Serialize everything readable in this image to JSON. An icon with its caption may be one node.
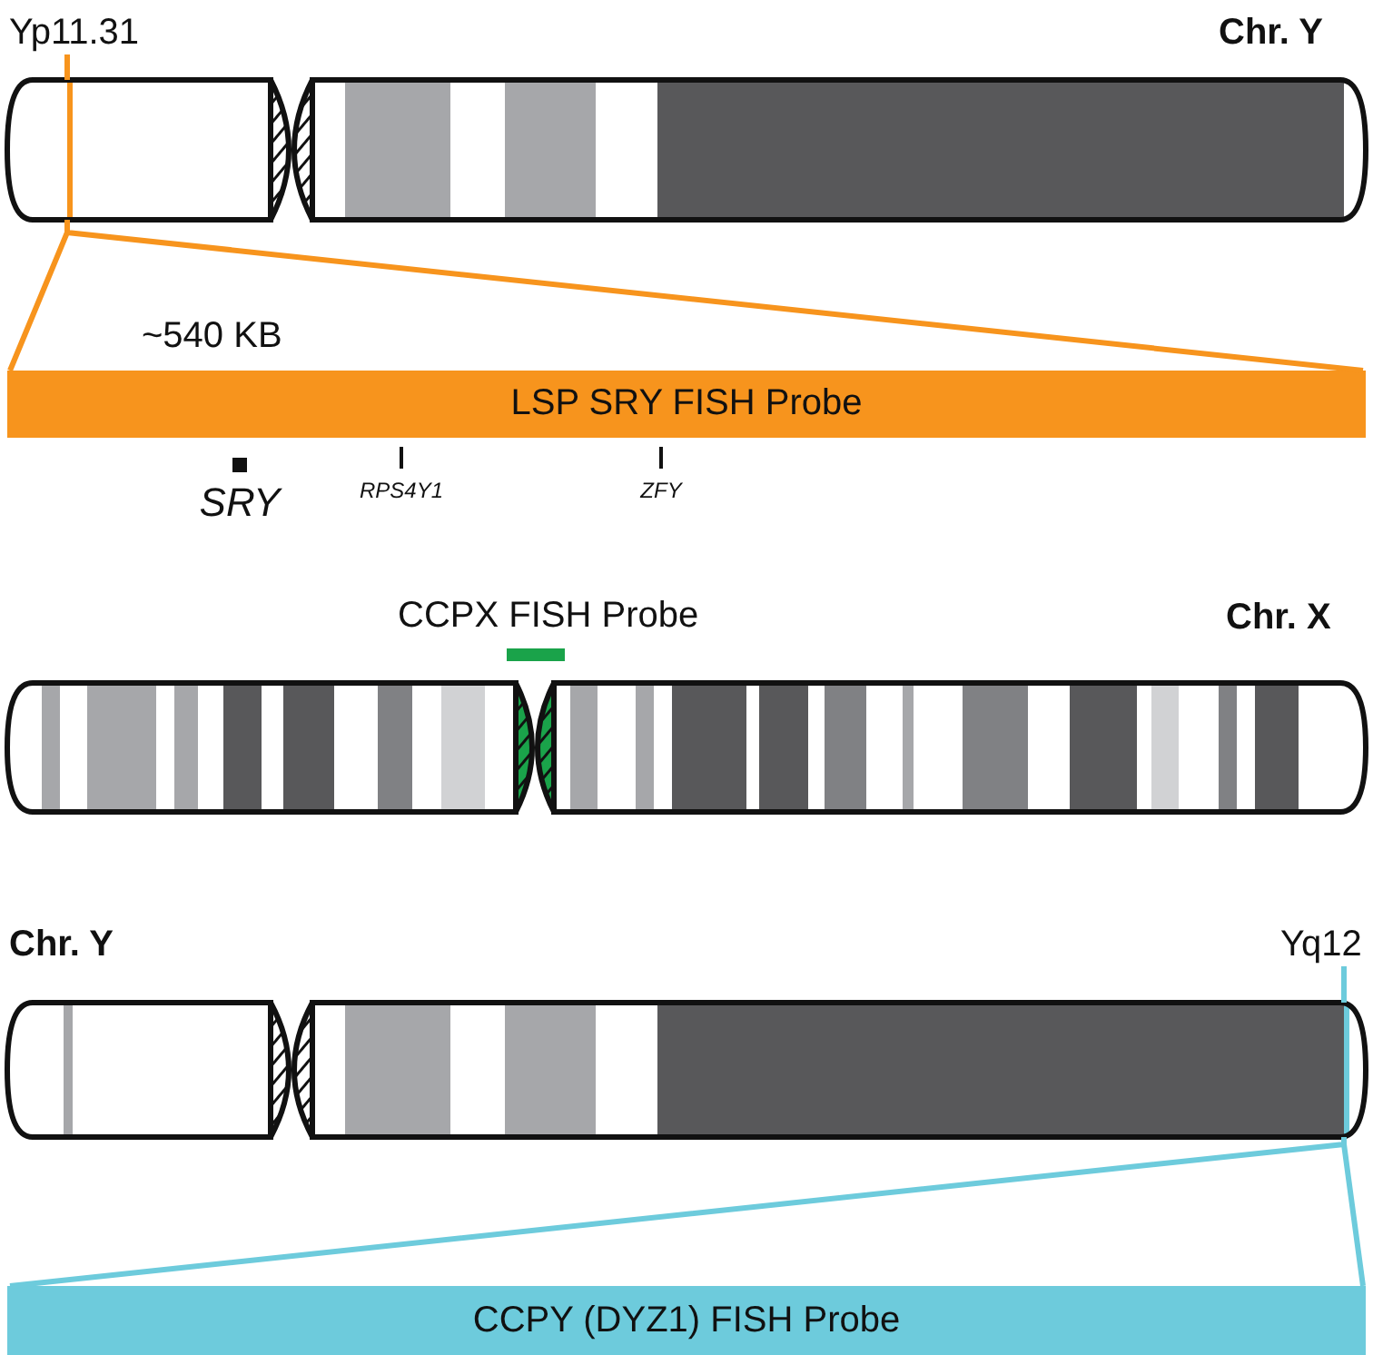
{
  "diagram": {
    "nodes": [
      {
        "text": [
          "Yp11.31"
        ]
      },
      {
        "text": [],
        "shape": "chromosome",
        "beside": [
          "Chr. Y"
        ]
      },
      {
        "text": [
          "LSP SRY FISH Probe"
        ],
        "beside": [
          "~540 KB"
        ]
      },
      {
        "text": [
          "CCPX FISH Probe"
        ]
      },
      {
        "text": [],
        "shape": "chromosome",
        "beside": [
          "Chr. X"
        ]
      },
      {
        "text": [],
        "shape": "chromosome",
        "beside": [
          "Chr. Y"
        ]
      },
      {
        "text": [
          "Yq12"
        ]
      },
      {
        "text": [
          "CCPY (DYZ1) FISH Probe"
        ]
      }
    ],
    "edges": [
      {
        "from": 0,
        "to": 1,
        "arrow": "none",
        "color": "#f7941d"
      },
      {
        "from": 1,
        "to": 2,
        "arrow": "none",
        "color": "#f7941d"
      },
      {
        "from": 1,
        "to": 2,
        "arrow": "none",
        "color": "#f7941d"
      },
      {
        "from": 6,
        "to": 5,
        "arrow": "none",
        "color": "#6dcbdc"
      },
      {
        "from": 5,
        "to": 7,
        "arrow": "none",
        "color": "#6dcbdc"
      },
      {
        "from": 5,
        "to": 7,
        "arrow": "none",
        "color": "#6dcbdc"
      }
    ],
    "labels": [
      "SRY",
      "RPS4Y1",
      "ZFY"
    ]
  }
}
